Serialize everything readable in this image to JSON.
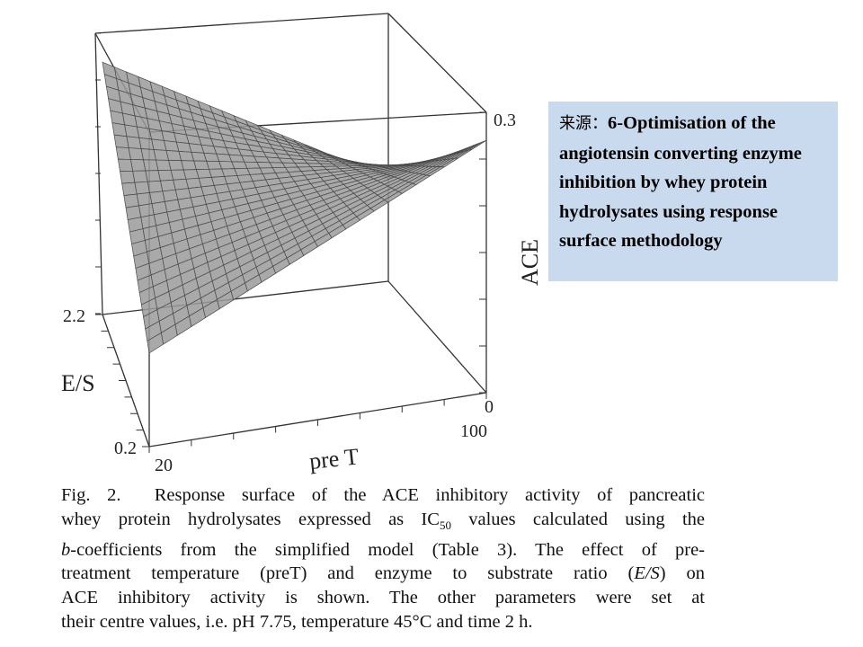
{
  "chart_data": {
    "type": "surface",
    "zlabel": "ACE",
    "xlabel": "pre T",
    "ylabel": "E/S",
    "x_ticks": [
      "20",
      "100"
    ],
    "y_ticks": [
      "2.2",
      "0.2"
    ],
    "z_ticks": [
      "0.3",
      "0"
    ],
    "xlim": [
      20,
      100
    ],
    "ylim": [
      0.2,
      2.2
    ],
    "zlim": [
      0,
      0.3
    ],
    "corners": [
      {
        "preT": 20,
        "ES": 0.2,
        "ACE": 0.1
      },
      {
        "preT": 20,
        "ES": 2.2,
        "ACE": 0.27
      },
      {
        "preT": 100,
        "ES": 0.2,
        "ACE": 0.27
      },
      {
        "preT": 100,
        "ES": 2.2,
        "ACE": 0.11
      }
    ]
  },
  "source": {
    "label": "来源：",
    "title": "6-Optimisation of the angiotensin converting enzyme inhibition by whey protein hydrolysates using response surface methodology"
  },
  "caption": {
    "fig": "Fig. 2.",
    "text_1": "Response surface of the ACE inhibitory activity of pancreatic",
    "text_2a": "whey protein hydrolysates expressed as IC",
    "text_2sub": "50",
    "text_2b": " values calculated using the",
    "text_3a": "b",
    "text_3b": "-coefficients from the simplified model (Table 3). The effect of pre-",
    "text_4a": "treatment temperature (preT) and enzyme to substrate ratio (",
    "text_4i": "E/S",
    "text_4b": ") on",
    "text_5": "ACE inhibitory activity is shown. The other parameters were set at",
    "text_6": "their centre values, i.e. pH 7.75, temperature 45°C and time 2 h."
  },
  "colors": {
    "surface_fill": "#9a9a9a",
    "mesh": "#4a4a4a",
    "source_box": "#c9d9ee"
  }
}
